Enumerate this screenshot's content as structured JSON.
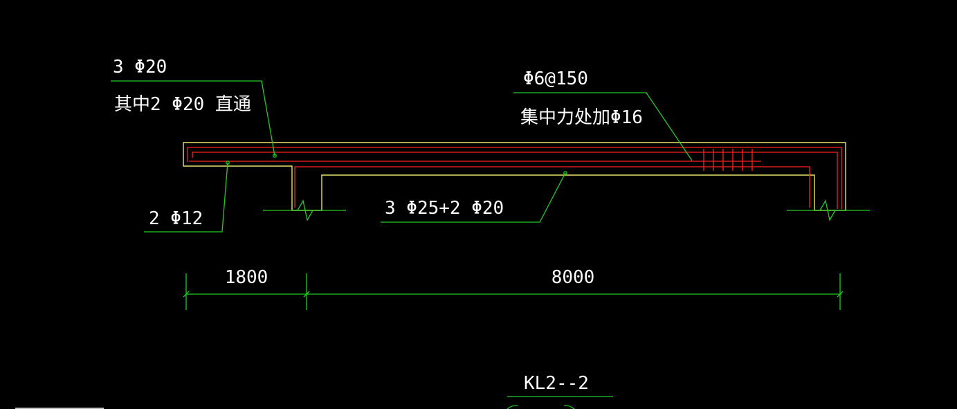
{
  "colors": {
    "background": "#000000",
    "beam_outline": "#e8e36a",
    "rebar": "#ff2020",
    "leader": "#22cc22",
    "text": "#ffffff"
  },
  "annotations": {
    "top_bars": "3 Φ20",
    "top_bars_note": "其中2 Φ20 直通",
    "stirrups": "Φ6@150",
    "stirrups_note": "集中力处加Φ16",
    "cantilever_bottom": "2 Φ12",
    "span_bottom": "3 Φ25+2   Φ20"
  },
  "dimensions": {
    "cantilever": "1800",
    "span": "8000"
  },
  "beam_id": "KL2--2"
}
